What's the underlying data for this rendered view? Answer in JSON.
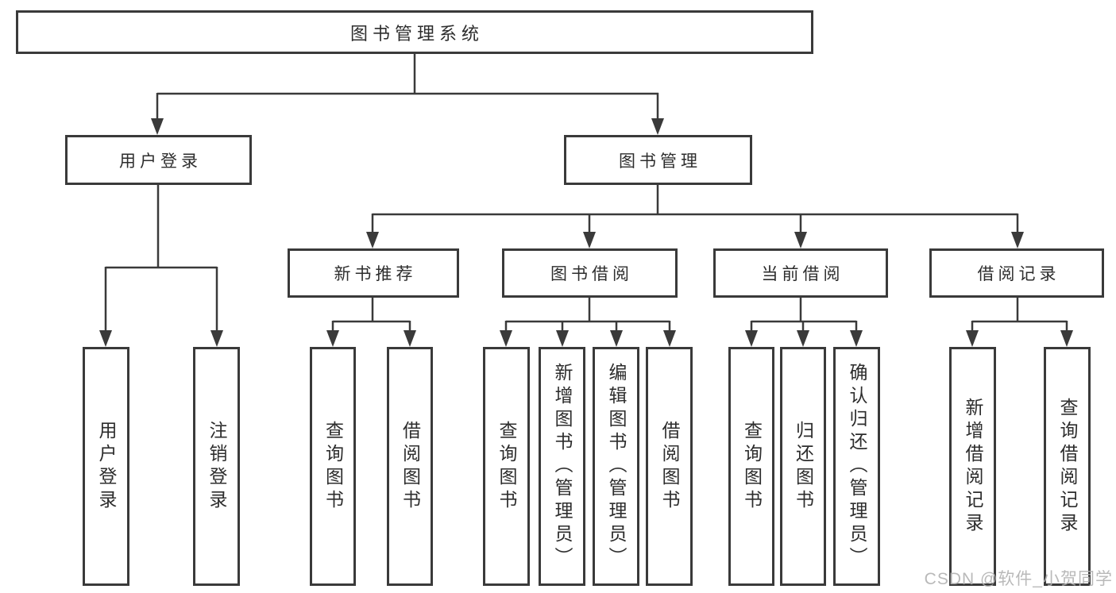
{
  "nodes": {
    "root": "图书管理系统",
    "user_login": "用户登录",
    "book_management": "图书管理",
    "new_book_recommend": "新书推荐",
    "book_borrow": "图书借阅",
    "current_borrow": "当前借阅",
    "borrow_records": "借阅记录",
    "leaf_user_login": "用户登录",
    "leaf_logout": "注销登录",
    "leaf_query_book_rec": "查询图书",
    "leaf_borrow_book_rec": "借阅图书",
    "leaf_query_book_borrow": "查询图书",
    "leaf_add_book_admin": "新增图书（管理员）",
    "leaf_edit_book_admin": "编辑图书（管理员）",
    "leaf_borrow_book_borrow": "借阅图书",
    "leaf_query_book_current": "查询图书",
    "leaf_return_book": "归还图书",
    "leaf_confirm_return_admin": "确认归还（管理员）",
    "leaf_add_borrow_record": "新增借阅记录",
    "leaf_query_borrow_record": "查询借阅记录"
  },
  "watermark": "CSDN @软件_小贺同学",
  "colors": {
    "line": "#3a3a3a",
    "text": "#2d2d2d",
    "watermark": "#b2b2b2",
    "background": "#ffffff"
  }
}
